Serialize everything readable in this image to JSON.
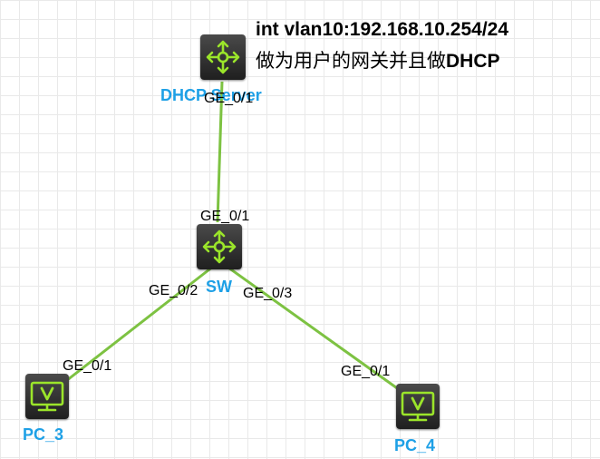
{
  "annotation": {
    "line1": "int vlan10:192.168.10.254/24",
    "line2_prefix": "做为用户的网关并且做",
    "line2_suffix": "DHCP"
  },
  "devices": {
    "dhcp_server": {
      "label": "DHCP Server",
      "icon": "router-icon"
    },
    "sw": {
      "label": "SW",
      "icon": "router-icon"
    },
    "pc3": {
      "label": "PC_3",
      "icon": "monitor-icon"
    },
    "pc4": {
      "label": "PC_4",
      "icon": "monitor-icon"
    }
  },
  "ports": {
    "dhcp_server_port": "GE_0/1",
    "sw_port1": "GE_0/1",
    "sw_port2": "GE_0/2",
    "sw_port3": "GE_0/3",
    "pc3_port": "GE_0/1",
    "pc4_port": "GE_0/1"
  },
  "colors": {
    "link": "#7dc242",
    "label": "#1ea0e6",
    "icon_accent": "#9be52a",
    "device_bg": "#2b2b2b"
  }
}
